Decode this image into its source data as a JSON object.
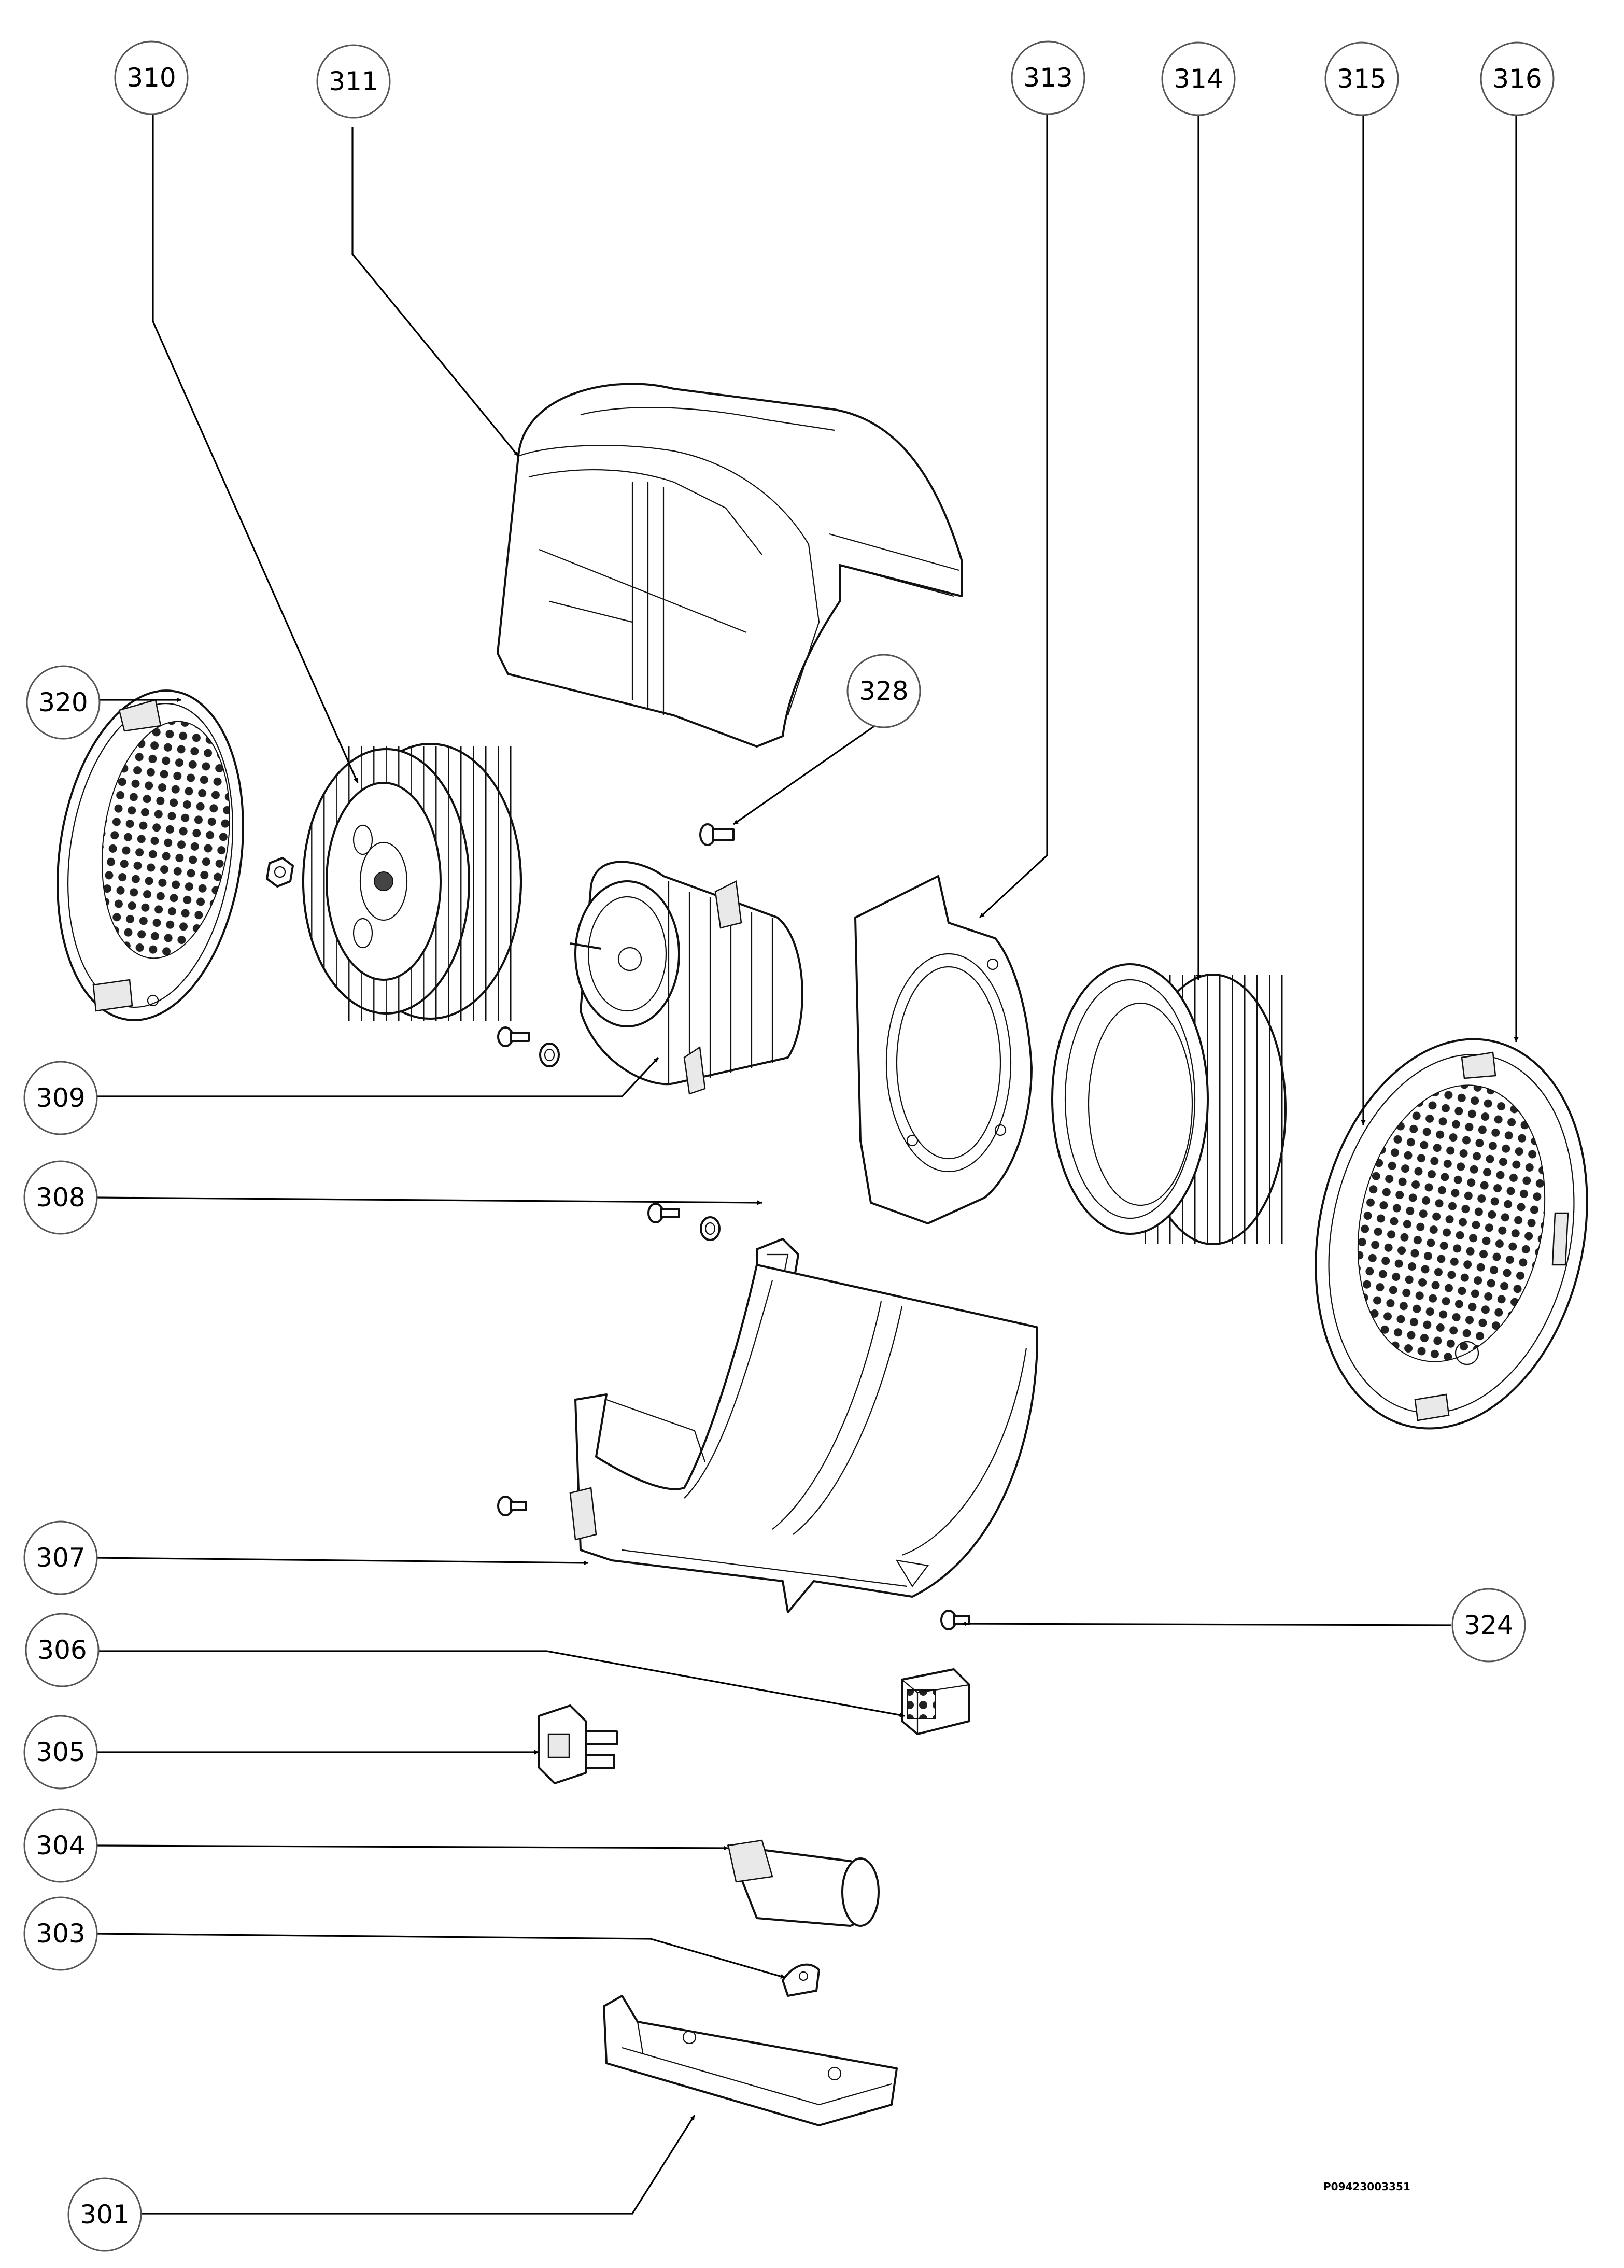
{
  "callouts": [
    {
      "id": "c310",
      "label": "310"
    },
    {
      "id": "c311",
      "label": "311"
    },
    {
      "id": "c313",
      "label": "313"
    },
    {
      "id": "c314",
      "label": "314"
    },
    {
      "id": "c315",
      "label": "315"
    },
    {
      "id": "c316",
      "label": "316"
    },
    {
      "id": "c320",
      "label": "320"
    },
    {
      "id": "c328",
      "label": "328"
    },
    {
      "id": "c309",
      "label": "309"
    },
    {
      "id": "c308",
      "label": "308"
    },
    {
      "id": "c307",
      "label": "307"
    },
    {
      "id": "c324",
      "label": "324"
    },
    {
      "id": "c306",
      "label": "306"
    },
    {
      "id": "c305",
      "label": "305"
    },
    {
      "id": "c304",
      "label": "304"
    },
    {
      "id": "c303",
      "label": "303"
    },
    {
      "id": "c301",
      "label": "301"
    }
  ],
  "drawing_code": "P09423003351"
}
